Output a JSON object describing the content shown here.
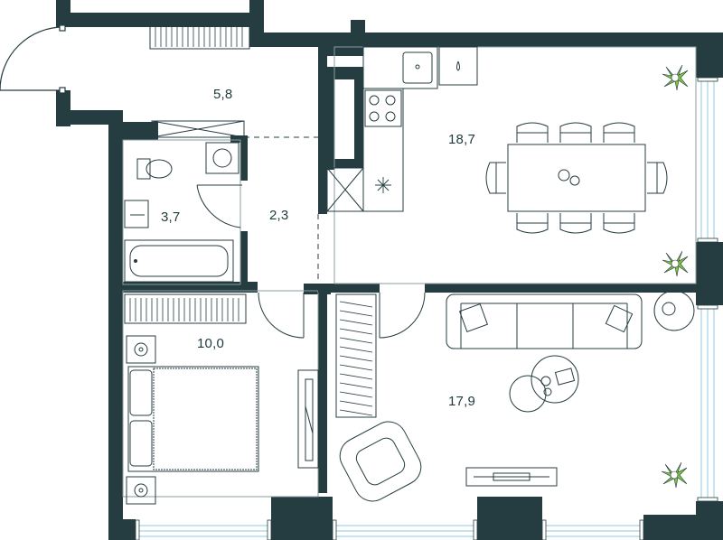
{
  "rooms": [
    {
      "id": "hallway",
      "area": "5,8"
    },
    {
      "id": "kitchen-dining",
      "area": "18,7"
    },
    {
      "id": "bathroom",
      "area": "3,7"
    },
    {
      "id": "corridor",
      "area": "2,3"
    },
    {
      "id": "bedroom",
      "area": "10,0"
    },
    {
      "id": "living-room",
      "area": "17,9"
    }
  ],
  "colors": {
    "wall": "#253c40",
    "line": "#8a9ea0",
    "plant": "#7fc241",
    "window": "#8ecbe0"
  }
}
